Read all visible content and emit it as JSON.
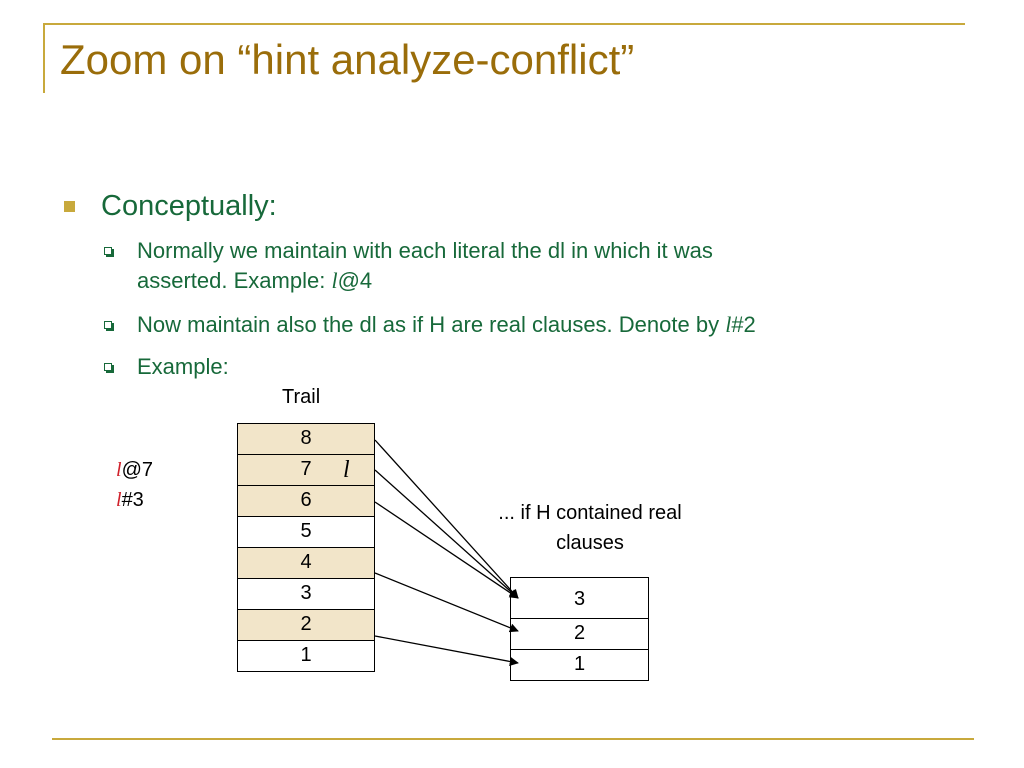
{
  "slide": {
    "title": "Zoom on “hint analyze-conflict”",
    "bullet": "Conceptually:",
    "sub1": {
      "line1": "Normally we maintain with each literal the dl in which it was",
      "line2_prefix": "asserted.  Example: ",
      "lit": "l",
      "suffix": "@4"
    },
    "sub2": {
      "prefix": "Now maintain also the dl as if H are real clauses. Denote by ",
      "lit": "l",
      "suffix": "#2"
    },
    "sub3": {
      "text": "Example:"
    }
  },
  "diagram": {
    "trail_label": "Trail",
    "trail": [
      {
        "value": "8",
        "shaded": true
      },
      {
        "value": "7",
        "shaded": true
      },
      {
        "value": "6",
        "shaded": true
      },
      {
        "value": "5",
        "shaded": false
      },
      {
        "value": "4",
        "shaded": true
      },
      {
        "value": "3",
        "shaded": false
      },
      {
        "value": "2",
        "shaded": true
      },
      {
        "value": "1",
        "shaded": false
      }
    ],
    "literal_marker": "l",
    "annotation1": {
      "lit": "l",
      "suffix": "@7"
    },
    "annotation2": {
      "lit": "l",
      "suffix": "#3"
    },
    "hint_label": {
      "line1": "... if H contained real",
      "line2": "clauses"
    },
    "clause_levels": [
      "3",
      "2",
      "1"
    ],
    "mapping": [
      {
        "from": "8",
        "to": "3"
      },
      {
        "from": "7",
        "to": "3"
      },
      {
        "from": "6",
        "to": "3"
      },
      {
        "from": "4",
        "to": "2"
      },
      {
        "from": "2",
        "to": "1"
      }
    ]
  },
  "colors": {
    "title": "#9a6d0a",
    "body_text": "#17693a",
    "accent_rule": "#c8a93c",
    "cell_shade": "#f2e5c9",
    "literal": "#d0202a"
  }
}
